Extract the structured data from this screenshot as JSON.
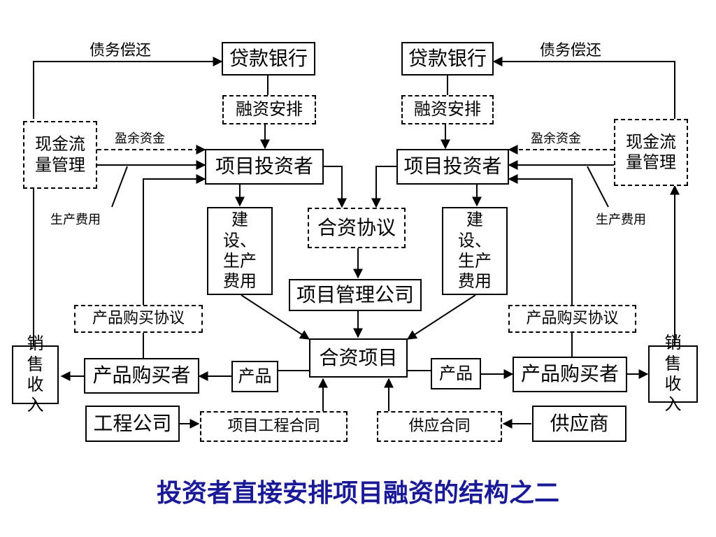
{
  "title": "投资者直接安排项目融资的结构之二",
  "colors": {
    "title": "#1a1a96",
    "line": "#000000"
  },
  "nodes": {
    "bank_left": "贷款银行",
    "bank_right": "贷款银行",
    "financing_left": "融资安排",
    "financing_right": "融资安排",
    "cash_left": "现金流量管理",
    "cash_right": "现金流量管理",
    "investor_left": "项目投资者",
    "investor_right": "项目投资者",
    "construction_left": "建设、生产费用",
    "construction_right": "建设、生产费用",
    "jv_agreement": "合资协议",
    "mgmt_company": "项目管理公司",
    "jv_project": "合资项目",
    "purchase_agreement_left": "产品购买协议",
    "purchase_agreement_right": "产品购买协议",
    "sales_left": "销售收入",
    "sales_right": "销售收入",
    "buyer_left": "产品购买者",
    "buyer_right": "产品购买者",
    "product_left": "产品",
    "product_right": "产品",
    "engineering_company": "工程公司",
    "engineering_contract": "项目工程合同",
    "supply_contract": "供应合同",
    "supplier": "供应商"
  },
  "labels": {
    "debt_repay_left": "债务偿还",
    "debt_repay_right": "债务偿还",
    "surplus_left": "盈余资金",
    "surplus_right": "盈余资金",
    "prod_cost_left": "生产费用",
    "prod_cost_right": "生产费用"
  }
}
